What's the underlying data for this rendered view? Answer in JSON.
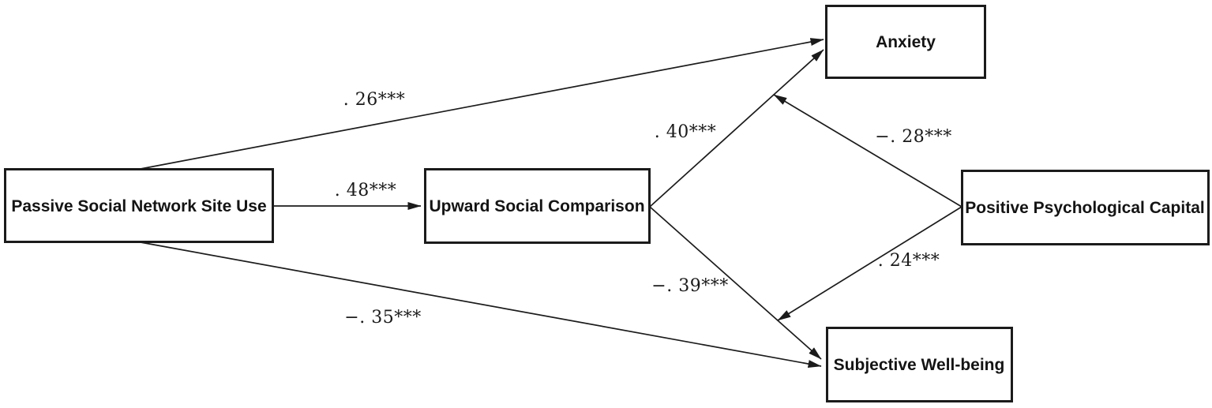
{
  "diagram": {
    "kind": "mediation-moderation path model",
    "background_color": "#ffffff",
    "line_color": "#1b1b1b",
    "text_color": "#141414"
  },
  "nodes": {
    "passive_snsu": {
      "label": "Passive Social Network Site Use"
    },
    "upward_comparison": {
      "label": "Upward Social Comparison"
    },
    "anxiety": {
      "label": "Anxiety"
    },
    "positive_capital": {
      "label": "Positive Psychological Capital"
    },
    "wellbeing": {
      "label": "Subjective Well-being"
    }
  },
  "edges": [
    {
      "from": "Passive Social Network Site Use",
      "to": "Anxiety",
      "coefficient": ". 26***"
    },
    {
      "from": "Passive Social Network Site Use",
      "to": "Upward Social Comparison",
      "coefficient": ". 48***"
    },
    {
      "from": "Passive Social Network Site Use",
      "to": "Subjective Well-being",
      "coefficient": "−. 35***"
    },
    {
      "from": "Upward Social Comparison",
      "to": "Anxiety",
      "coefficient": ". 40***"
    },
    {
      "from": "Upward Social Comparison",
      "to": "Subjective Well-being",
      "coefficient": "−. 39***"
    },
    {
      "from": "Positive Psychological Capital",
      "to": "path: Upward Social Comparison → Anxiety",
      "coefficient": "−. 28***"
    },
    {
      "from": "Positive Psychological Capital",
      "to": "path: Upward Social Comparison → Subjective Well-being",
      "coefficient": ". 24***"
    }
  ]
}
